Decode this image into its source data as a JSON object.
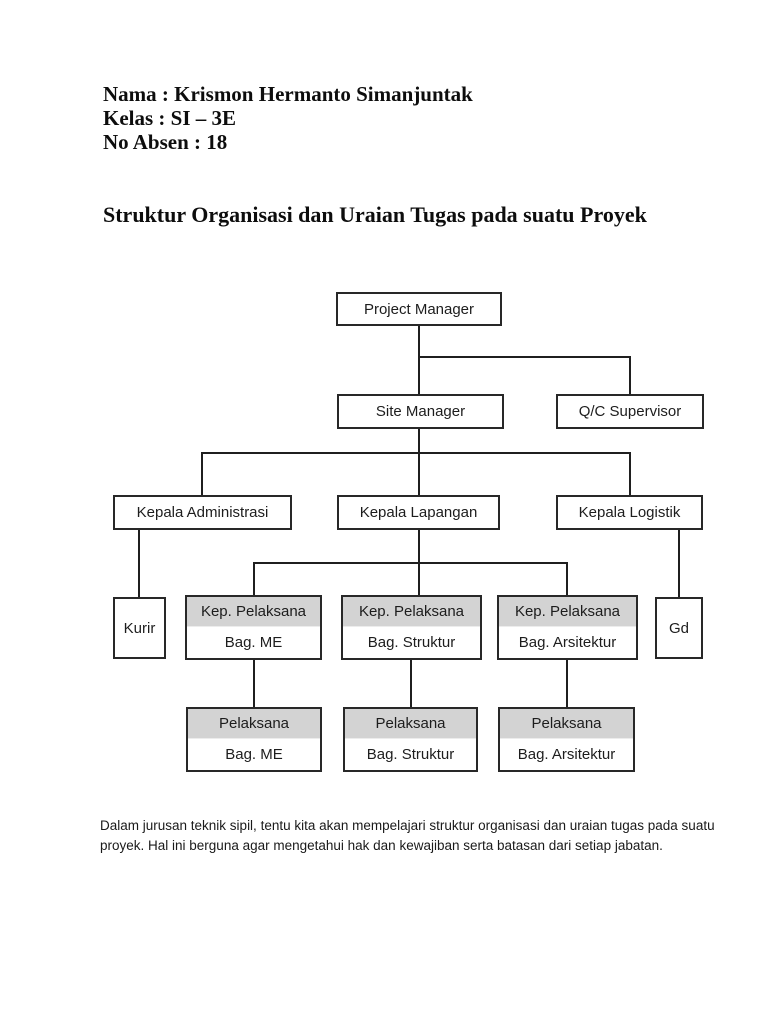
{
  "header": {
    "nama": "Nama : Krismon Hermanto Simanjuntak",
    "kelas": "Kelas : SI – 3E",
    "no_absen": "No Absen : 18"
  },
  "title": "Struktur Organisasi dan Uraian Tugas pada suatu Proyek",
  "footer": "Dalam jurusan teknik sipil, tentu kita akan mempelajari struktur organisasi dan uraian tugas pada suatu proyek. Hal ini berguna agar mengetahui hak dan kewajiban serta batasan dari setiap jabatan.",
  "colors": {
    "page_background": "#ffffff",
    "node_border": "#282828",
    "node_header_fill": "#d3d3d3",
    "connector_line": "#1f1f1f",
    "text": "#1d1d1d"
  },
  "org_chart": {
    "type": "org-hierarchy",
    "nodes": [
      {
        "id": "project-manager",
        "label": "Project Manager",
        "sub": null,
        "parent": null
      },
      {
        "id": "site-manager",
        "label": "Site Manager",
        "sub": null,
        "parent": "project-manager"
      },
      {
        "id": "qc-supervisor",
        "label": "Q/C Supervisor",
        "sub": null,
        "parent": "project-manager"
      },
      {
        "id": "kepala-administrasi",
        "label": "Kepala Administrasi",
        "sub": null,
        "parent": "site-manager"
      },
      {
        "id": "kepala-lapangan",
        "label": "Kepala Lapangan",
        "sub": null,
        "parent": "site-manager"
      },
      {
        "id": "kepala-logistik",
        "label": "Kepala Logistik",
        "sub": null,
        "parent": "site-manager"
      },
      {
        "id": "kurir",
        "label": "Kurir",
        "sub": null,
        "parent": "kepala-administrasi"
      },
      {
        "id": "kep-pelaksana-me",
        "label": "Kep. Pelaksana",
        "sub": "Bag. ME",
        "parent": "kepala-lapangan"
      },
      {
        "id": "kep-pelaksana-struktur",
        "label": "Kep. Pelaksana",
        "sub": "Bag. Struktur",
        "parent": "kepala-lapangan"
      },
      {
        "id": "kep-pelaksana-arsitektur",
        "label": "Kep. Pelaksana",
        "sub": "Bag. Arsitektur",
        "parent": "kepala-lapangan"
      },
      {
        "id": "gd",
        "label": "Gd",
        "sub": null,
        "parent": "kepala-logistik"
      },
      {
        "id": "pelaksana-me",
        "label": "Pelaksana",
        "sub": "Bag. ME",
        "parent": "kep-pelaksana-me"
      },
      {
        "id": "pelaksana-struktur",
        "label": "Pelaksana",
        "sub": "Bag. Struktur",
        "parent": "kep-pelaksana-struktur"
      },
      {
        "id": "pelaksana-arsitektur",
        "label": "Pelaksana",
        "sub": "Bag. Arsitektur",
        "parent": "kep-pelaksana-arsitektur"
      }
    ]
  }
}
